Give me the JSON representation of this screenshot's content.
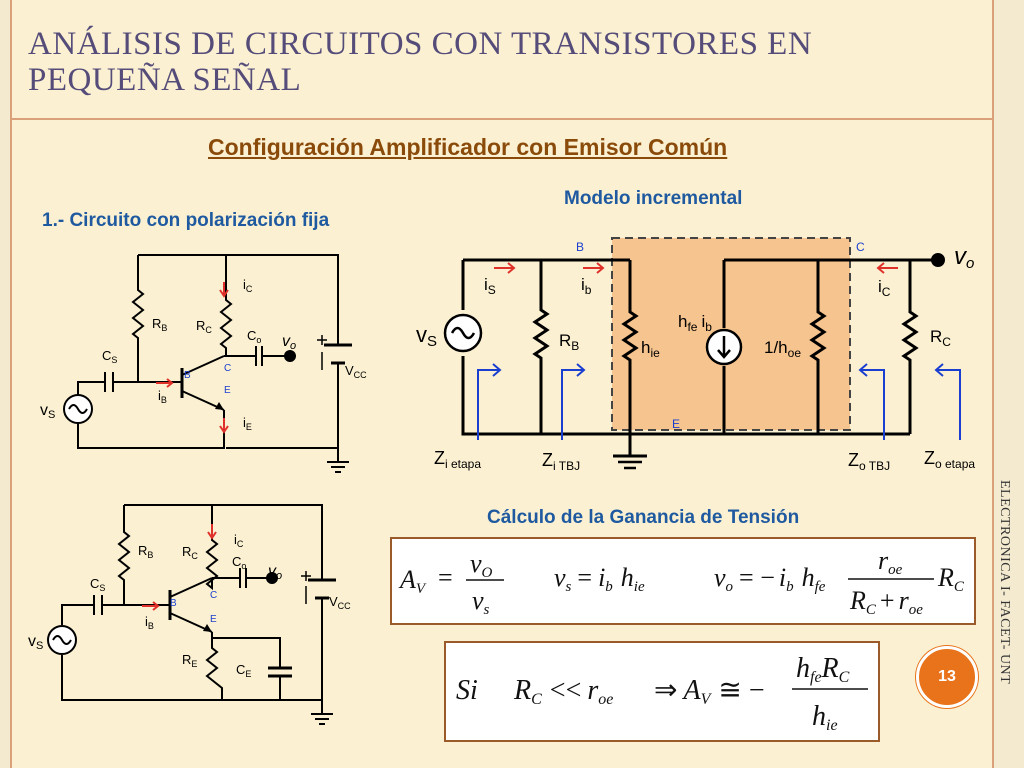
{
  "title": "ANÁLISIS DE CIRCUITOS CON TRANSISTORES EN PEQUEÑA SEÑAL",
  "subtitle": "Configuración Amplificador con Emisor Común",
  "section1": "1.- Circuito con polarización fija",
  "model_heading": "Modelo incremental",
  "gain_heading": "Cálculo de la Ganancia de Tensión",
  "side_text": "ELECTRONICA I- FACET- UNT",
  "page_number": "13",
  "colors": {
    "title": "#554c7a",
    "subtitle": "#8a4a0a",
    "heading": "#1f5aa0",
    "arrow_red": "#e0302a",
    "arrow_blue": "#1a3fd0",
    "model_fill": "#f6c48e",
    "badge": "#e8731a"
  },
  "circuit1": {
    "RB": "R",
    "RB_sub": "B",
    "RC": "R",
    "RC_sub": "C",
    "iC": "i",
    "iC_sub": "C",
    "Co": "C",
    "Co_sub": "o",
    "vo": "v",
    "vo_sub": "o",
    "CS": "C",
    "CS_sub": "S",
    "B": "B",
    "C": "C",
    "E": "E",
    "iB": "i",
    "iB_sub": "B",
    "vS": "v",
    "vS_sub": "S",
    "iE": "i",
    "iE_sub": "E",
    "VCC": "V",
    "VCC_sub": "CC"
  },
  "circuit2": {
    "RB": "R",
    "RB_sub": "B",
    "RC": "R",
    "RC_sub": "C",
    "iC": "i",
    "iC_sub": "C",
    "Co": "C",
    "Co_sub": "o",
    "vo": "v",
    "vo_sub": "o",
    "CS": "C",
    "CS_sub": "S",
    "B": "B",
    "C": "C",
    "E": "E",
    "iB": "i",
    "iB_sub": "B",
    "vS": "v",
    "vS_sub": "S",
    "RE": "R",
    "RE_sub": "E",
    "CE": "C",
    "CE_sub": "E",
    "VCC": "V",
    "VCC_sub": "CC"
  },
  "model": {
    "B": "B",
    "C": "C",
    "E": "E",
    "vo": "v",
    "vo_sub": "o",
    "iS": "i",
    "iS_sub": "S",
    "ib": "i",
    "ib_sub": "b",
    "iC": "i",
    "iC_sub": "C",
    "vS": "v",
    "vS_sub": "S",
    "RB": "R",
    "RB_sub": "B",
    "hie": "h",
    "hie_sub": "ie",
    "hfe": "h",
    "hfe_sub": "fe",
    "hfe_ib": "i",
    "hfe_ib_sub": "b",
    "hoe": "1/h",
    "hoe_sub": "oe",
    "RC": "R",
    "RC_sub": "C",
    "Zi_etapa": "Z",
    "Zi_etapa_sub": "i etapa",
    "Zi_TBJ": "Z",
    "Zi_TBJ_sub": "i TBJ",
    "Zo_TBJ": "Z",
    "Zo_TBJ_sub": "o TBJ",
    "Zo_etapa": "Z",
    "Zo_etapa_sub": "o etapa"
  },
  "formulas": {
    "f1_lhs": "A",
    "f1_lhs_sub": "V",
    "f1_eq": "=",
    "f1_num": "v",
    "f1_num_sub": "O",
    "f1_den": "v",
    "f1_den_sub": "s",
    "f2_a": "v",
    "f2_a_sub": "s",
    "f2_eq": "=",
    "f2_b": "i",
    "f2_b_sub": "b",
    "f2_c": "h",
    "f2_c_sub": "ie",
    "f3_a": "v",
    "f3_a_sub": "o",
    "f3_eq": "= −",
    "f3_b": "i",
    "f3_b_sub": "b",
    "f3_c": "h",
    "f3_c_sub": "fe",
    "f3_num": "r",
    "f3_num_sub": "oe",
    "f3_den_a": "R",
    "f3_den_a_sub": "C",
    "f3_den_plus": "+",
    "f3_den_b": "r",
    "f3_den_b_sub": "oe",
    "f3_r": "R",
    "f3_r_sub": "C",
    "f4_si": "Si",
    "f4_a": "R",
    "f4_a_sub": "C",
    "f4_ll": "<<",
    "f4_b": "r",
    "f4_b_sub": "oe",
    "f4_imp": "⇒",
    "f4_av": "A",
    "f4_av_sub": "V",
    "f4_approx": "≅ −",
    "f4_num_a": "h",
    "f4_num_a_sub": "fe",
    "f4_num_b": "R",
    "f4_num_b_sub": "C",
    "f4_den": "h",
    "f4_den_sub": "ie"
  }
}
